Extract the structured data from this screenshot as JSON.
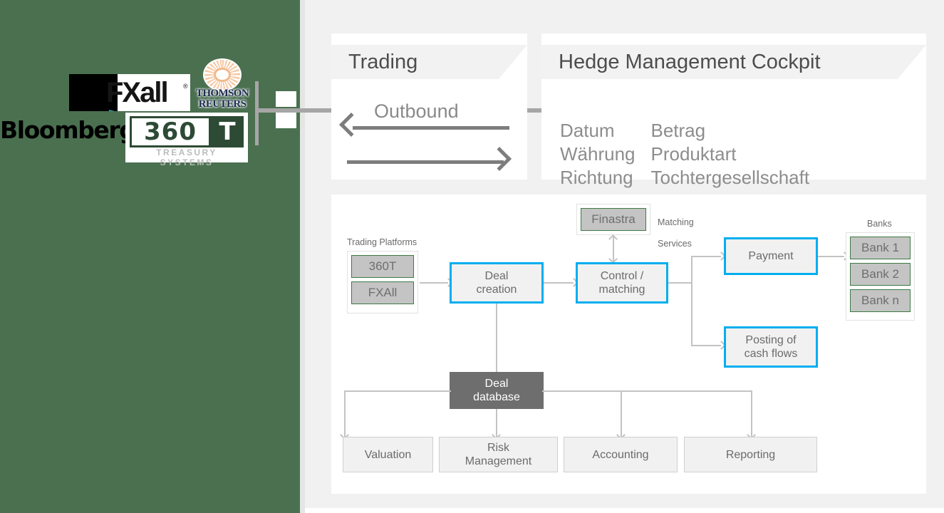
{
  "logos": {
    "fxall": {
      "name": "FXall",
      "mark": "fxall-logo",
      "registered": "®"
    },
    "thomson_reuters": {
      "line1": "THOMSON",
      "line2": "REUTERS",
      "mark": "thomson-reuters-logo"
    },
    "bloomberg": {
      "name": "Bloomberg",
      "mark": "bloomberg-logo"
    },
    "t360": {
      "digits": "360",
      "letter": "T",
      "tagline": "TREASURY SYSTEMS",
      "mark": "360t-logo"
    }
  },
  "trading": {
    "title": "Trading",
    "outbound_label": "Outbound"
  },
  "cockpit": {
    "title": "Hedge Management Cockpit",
    "fields_left": [
      "Datum",
      "Währung",
      "Richtung"
    ],
    "fields_right": [
      "Betrag",
      "Produktart",
      "Tochtergesellschaft"
    ]
  },
  "flow": {
    "trading_platforms": {
      "label": "Trading Platforms",
      "items": [
        "360T",
        "FXAll"
      ]
    },
    "deal_creation": "Deal\ncreation",
    "deal_creation_line1": "Deal",
    "deal_creation_line2": "creation",
    "matching": {
      "vendor": "Finastra",
      "label_line1": "Matching",
      "label_line2": "Services"
    },
    "control_line1": "Control /",
    "control_line2": "matching",
    "payment": "Payment",
    "posting_line1": "Posting of",
    "posting_line2": "cash flows",
    "banks": {
      "label": "Banks",
      "items": [
        "Bank 1",
        "Bank 2",
        "Bank n"
      ]
    },
    "database_line1": "Deal",
    "database_line2": "database",
    "downstream": [
      {
        "line1": "Valuation",
        "line2": ""
      },
      {
        "line1": "Risk",
        "line2": "Management"
      },
      {
        "line1": "Accounting",
        "line2": ""
      },
      {
        "line1": "Reporting",
        "line2": ""
      }
    ]
  },
  "colors": {
    "panel_green": "#4a7050",
    "accent_blue": "#00aeef",
    "chip_border_green": "#3d7a44",
    "connector_grey": "#c3c3c3",
    "database_grey": "#6e6e6e",
    "text_grey": "#6b6b6b"
  }
}
